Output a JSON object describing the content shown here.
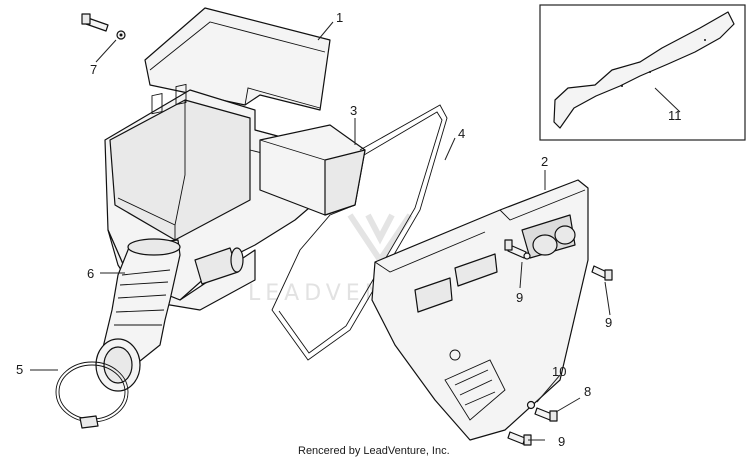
{
  "callouts": [
    {
      "id": "c1",
      "label": "1"
    },
    {
      "id": "c2",
      "label": "2"
    },
    {
      "id": "c3",
      "label": "3"
    },
    {
      "id": "c4",
      "label": "4"
    },
    {
      "id": "c5",
      "label": "5"
    },
    {
      "id": "c6",
      "label": "6"
    },
    {
      "id": "c7",
      "label": "7"
    },
    {
      "id": "c8",
      "label": "8"
    },
    {
      "id": "c9a",
      "label": "9"
    },
    {
      "id": "c9b",
      "label": "9"
    },
    {
      "id": "c9c",
      "label": "9"
    },
    {
      "id": "c10",
      "label": "10"
    },
    {
      "id": "c11",
      "label": "11"
    }
  ],
  "credit": "Rencered by LeadVenture, Inc.",
  "watermark": "LEADVENTURE",
  "colors": {
    "line": "#111111",
    "fill": "#f4f4f4",
    "watermark": "#e2e2e2"
  }
}
